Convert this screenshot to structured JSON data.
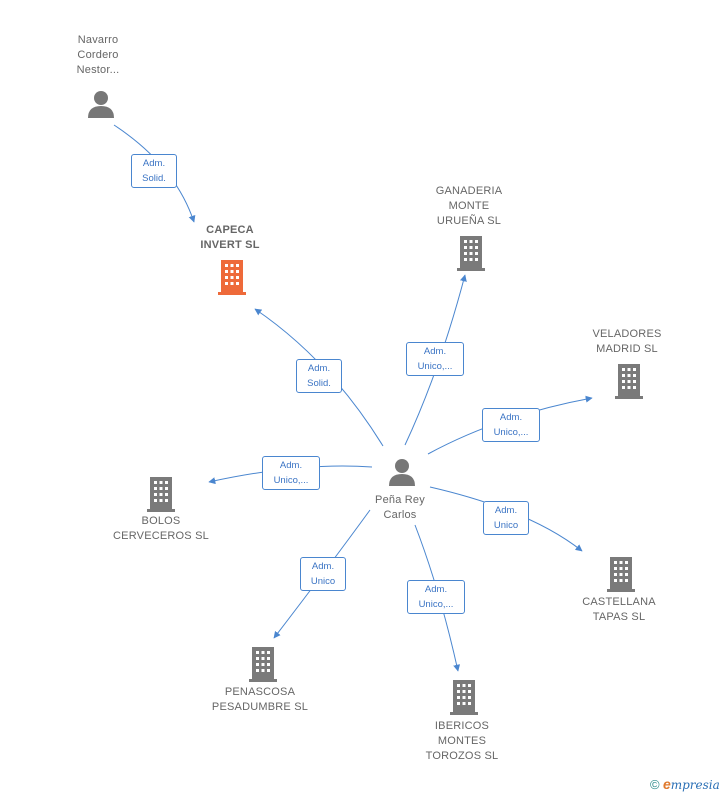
{
  "colors": {
    "accent": "#4a86cf",
    "company": "#7a7a7a",
    "company_highlight": "#ee6a3a",
    "person": "#777777"
  },
  "nodes": {
    "navarro": {
      "kind": "person",
      "lines": [
        "Navarro",
        "Cordero",
        "Nestor..."
      ]
    },
    "capeca": {
      "kind": "company",
      "highlight": true,
      "lines": [
        "CAPECA",
        "INVERT  SL"
      ]
    },
    "ganaderia": {
      "kind": "company",
      "lines": [
        "GANADERIA",
        "MONTE",
        "URUEÑA  SL"
      ]
    },
    "veladores": {
      "kind": "company",
      "lines": [
        "VELADORES",
        "MADRID  SL"
      ]
    },
    "pena": {
      "kind": "person",
      "lines": [
        "Peña Rey",
        "Carlos"
      ]
    },
    "bolos": {
      "kind": "company",
      "lines": [
        "BOLOS",
        "CERVECEROS SL"
      ]
    },
    "castellana": {
      "kind": "company",
      "lines": [
        "CASTELLANA",
        "TAPAS SL"
      ]
    },
    "penascosa": {
      "kind": "company",
      "lines": [
        "PENASCOSA",
        "PESADUMBRE SL"
      ]
    },
    "ibericos": {
      "kind": "company",
      "lines": [
        "IBERICOS",
        "MONTES",
        "TOROZOS  SL"
      ]
    }
  },
  "edges": [
    {
      "from": "navarro",
      "to": "capeca",
      "label": [
        "Adm.",
        "Solid."
      ]
    },
    {
      "from": "pena",
      "to": "capeca",
      "label": [
        "Adm.",
        "Solid."
      ]
    },
    {
      "from": "pena",
      "to": "ganaderia",
      "label": [
        "Adm.",
        "Unico,..."
      ]
    },
    {
      "from": "pena",
      "to": "veladores",
      "label": [
        "Adm.",
        "Unico,..."
      ]
    },
    {
      "from": "pena",
      "to": "bolos",
      "label": [
        "Adm.",
        "Unico,..."
      ]
    },
    {
      "from": "pena",
      "to": "castellana",
      "label": [
        "Adm.",
        "Unico"
      ]
    },
    {
      "from": "pena",
      "to": "penascosa",
      "label": [
        "Adm.",
        "Unico"
      ]
    },
    {
      "from": "pena",
      "to": "ibericos",
      "label": [
        "Adm.",
        "Unico,..."
      ]
    }
  ],
  "footer": {
    "copyright": "©",
    "brand_initial": "e",
    "brand_rest": "mpresia"
  }
}
